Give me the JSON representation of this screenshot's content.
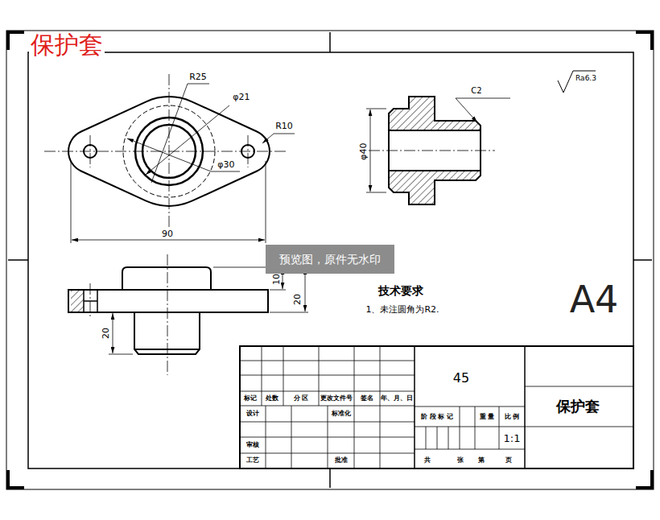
{
  "diagram": {
    "title": "保护套",
    "labels": [
      "R25",
      "φ21",
      "R10",
      "φ30",
      "90",
      "φ40",
      "C2",
      "Ra6.3",
      "预览图，原件无水印",
      "10",
      "20",
      "20",
      "技术要求",
      "1、未注圆角为R2.",
      "A4",
      "45",
      "保护套",
      "标记",
      "处数",
      "分 区",
      "更改文件号",
      "签名",
      "年、月、日",
      "设计",
      "标准化",
      "阶 段 标 记",
      "重 量",
      "比 例",
      "1:1",
      "审核",
      "工艺",
      "批准",
      "共",
      "张",
      "第",
      "页"
    ]
  }
}
